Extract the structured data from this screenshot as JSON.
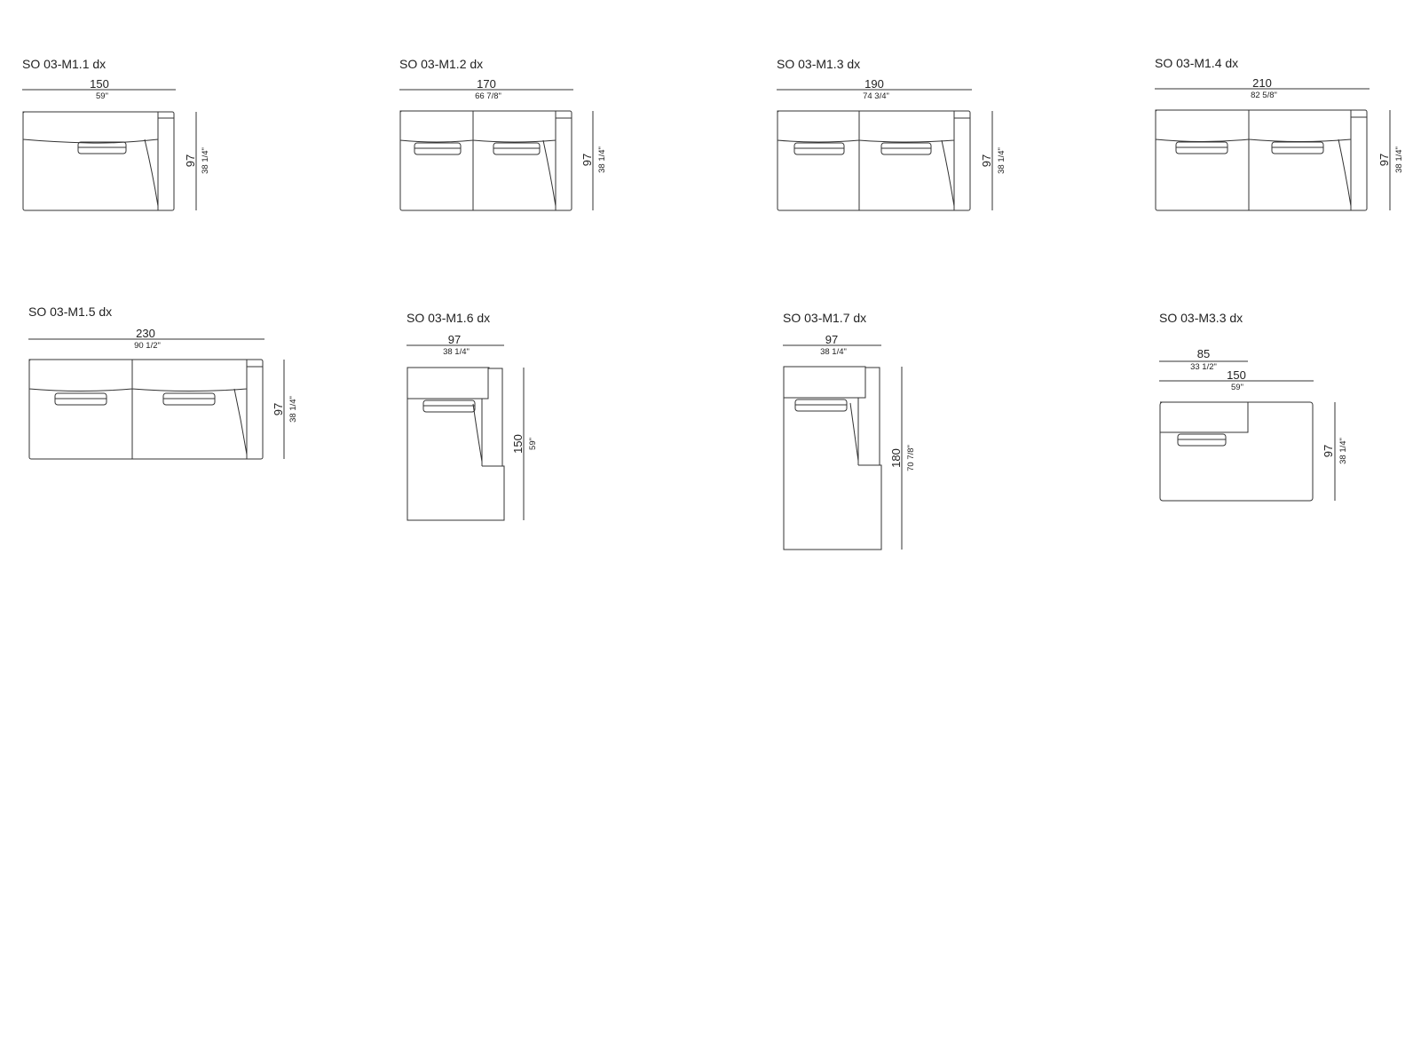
{
  "sheet": {
    "line_color": "#333333",
    "background": "#ffffff"
  },
  "modules": [
    {
      "code": "SO 03-M1.1 dx",
      "width_cm": "150",
      "width_in": "59\"",
      "depth_cm": "97",
      "depth_in": "38 1/4\""
    },
    {
      "code": "SO 03-M1.2 dx",
      "width_cm": "170",
      "width_in": "66 7/8\"",
      "depth_cm": "97",
      "depth_in": "38 1/4\""
    },
    {
      "code": "SO 03-M1.3 dx",
      "width_cm": "190",
      "width_in": "74 3/4\"",
      "depth_cm": "97",
      "depth_in": "38 1/4\""
    },
    {
      "code": "SO 03-M1.4 dx",
      "width_cm": "210",
      "width_in": "82 5/8\"",
      "depth_cm": "97",
      "depth_in": "38 1/4\""
    },
    {
      "code": "SO 03-M1.5 dx",
      "width_cm": "230",
      "width_in": "90 1/2\"",
      "depth_cm": "97",
      "depth_in": "38 1/4\""
    },
    {
      "code": "SO 03-M1.6 dx",
      "width_cm": "97",
      "width_in": "38 1/4\"",
      "depth_cm": "150",
      "depth_in": "59\""
    },
    {
      "code": "SO 03-M1.7 dx",
      "width_cm": "97",
      "width_in": "38 1/4\"",
      "depth_cm": "180",
      "depth_in": "70 7/8\""
    },
    {
      "code": "SO 03-M3.3 dx",
      "seat_cm": "85",
      "seat_in": "33 1/2\"",
      "width_cm": "150",
      "width_in": "59\"",
      "depth_cm": "97",
      "depth_in": "38 1/4\""
    }
  ]
}
